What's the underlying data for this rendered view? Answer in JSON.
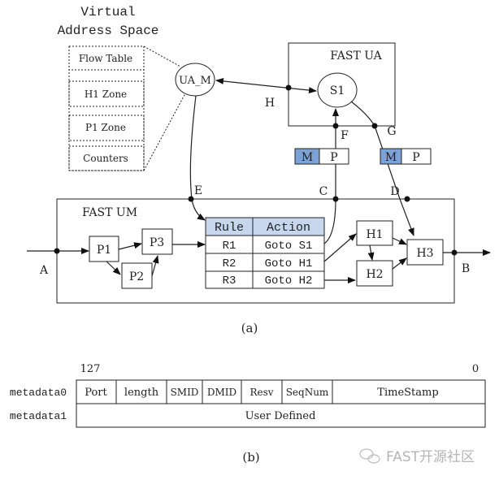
{
  "figure_a": {
    "vas": {
      "title_line1": "Virtual",
      "title_line2": "Address Space",
      "zones": [
        "Flow Table",
        "H1 Zone",
        "P1 Zone",
        "Counters"
      ]
    },
    "ua_m": "UA_M",
    "fast_ua": {
      "title": "FAST UA",
      "s1": "S1"
    },
    "fast_um": {
      "title": "FAST UM",
      "p1": "P1",
      "p2": "P2",
      "p3": "P3",
      "h1": "H1",
      "h2": "H2",
      "h3": "H3"
    },
    "mp_left": {
      "m": "M",
      "p": "P"
    },
    "mp_right": {
      "m": "M",
      "p": "P"
    },
    "points": {
      "A": "A",
      "B": "B",
      "C": "C",
      "D": "D",
      "E": "E",
      "F": "F",
      "G": "G",
      "H": "H"
    },
    "table": {
      "headers": [
        "Rule",
        "Action"
      ],
      "rows": [
        [
          "R1",
          "Goto S1"
        ],
        [
          "R2",
          "Goto H1"
        ],
        [
          "R3",
          "Goto H2"
        ]
      ]
    },
    "caption": "(a)"
  },
  "figure_b": {
    "bit_high": "127",
    "bit_low": "0",
    "rows": [
      {
        "label": "metadata0",
        "fields": [
          "Port",
          "length",
          "SMID",
          "DMID",
          "Resv",
          "SeqNum",
          "TimeStamp"
        ]
      },
      {
        "label": "metadata1",
        "fields": [
          "User Defined"
        ]
      }
    ],
    "caption": "(b)"
  },
  "watermark": "FAST开源社区",
  "colors": {
    "highlight": "#7da3d6",
    "table_header": "#c7d6ec",
    "line": "#222222"
  }
}
